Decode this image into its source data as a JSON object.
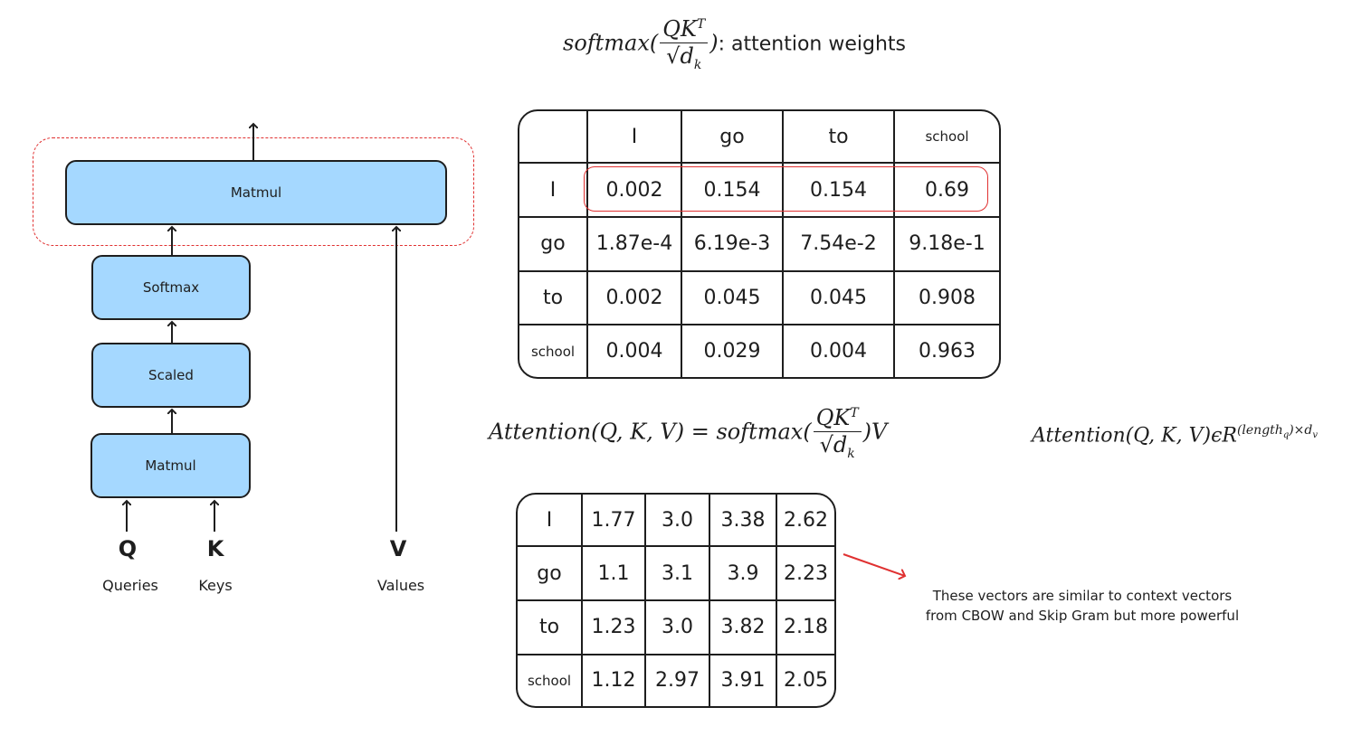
{
  "diagram": {
    "blocks": {
      "matmul_top": "Matmul",
      "softmax": "Softmax",
      "scaled": "Scaled",
      "matmul_bottom": "Matmul"
    },
    "inputs": [
      {
        "letter": "Q",
        "caption": "Queries"
      },
      {
        "letter": "K",
        "caption": "Keys"
      },
      {
        "letter": "V",
        "caption": "Values"
      }
    ]
  },
  "weights_formula": {
    "func": "softmax(",
    "numerator": "QK",
    "numerator_sup": "T",
    "denominator": "√d",
    "denominator_sub": "k",
    "close": ")",
    "label": ": attention weights"
  },
  "attention_formula": {
    "lhs": "Attention(Q, K, V) = softmax(",
    "numerator": "QK",
    "numerator_sup": "T",
    "denominator": "√d",
    "denominator_sub": "k",
    "rhs": ")V"
  },
  "dimension_formula": {
    "text": "Attention(Q, K, V)ϵR",
    "sup_base": "(length",
    "sup_sub": "q",
    "sup_rest": ")×d",
    "sup_end": "v"
  },
  "weights_table": {
    "headers": [
      "",
      "I",
      "go",
      "to",
      "school"
    ],
    "rows": [
      [
        "I",
        "0.002",
        "0.154",
        "0.154",
        "0.69"
      ],
      [
        "go",
        "1.87e-4",
        "6.19e-3",
        "7.54e-2",
        "9.18e-1"
      ],
      [
        "to",
        "0.002",
        "0.045",
        "0.045",
        "0.908"
      ],
      [
        "school",
        "0.004",
        "0.029",
        "0.004",
        "0.963"
      ]
    ]
  },
  "output_table": {
    "rows": [
      [
        "I",
        "1.77",
        "3.0",
        "3.38",
        "2.62"
      ],
      [
        "go",
        "1.1",
        "3.1",
        "3.9",
        "2.23"
      ],
      [
        "to",
        "1.23",
        "3.0",
        "3.82",
        "2.18"
      ],
      [
        "school",
        "1.12",
        "2.97",
        "3.91",
        "2.05"
      ]
    ]
  },
  "note": {
    "line1": "These vectors are similar to context vectors",
    "line2": "from CBOW and Skip Gram but more powerful"
  }
}
